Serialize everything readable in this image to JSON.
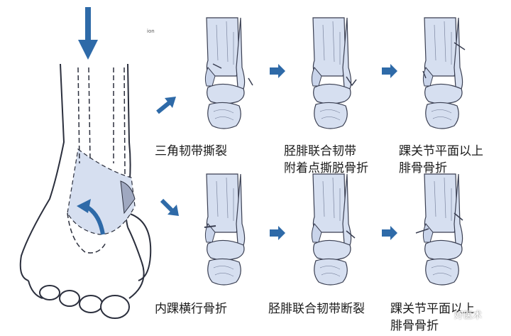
{
  "colors": {
    "bone": "#d6dff0",
    "outline": "#3a3f52",
    "arrow": "#2e6aa8",
    "text": "#1a1a1a"
  },
  "labels": {
    "ion": "ion",
    "r1c1": "三角韧带撕裂",
    "r1c2_line1": "胫腓联合韧带",
    "r1c2_line2": "附着点撕脱骨折",
    "r1c3_line1": "踝关节平面以上",
    "r1c3_line2": "腓骨骨折",
    "r2c1": "内踝横行骨折",
    "r2c2": "胫腓联合韧带断裂",
    "r2c3_line1": "踝关节平面以上",
    "r2c3_line2": "腓骨骨折",
    "watermark": "好医术"
  }
}
